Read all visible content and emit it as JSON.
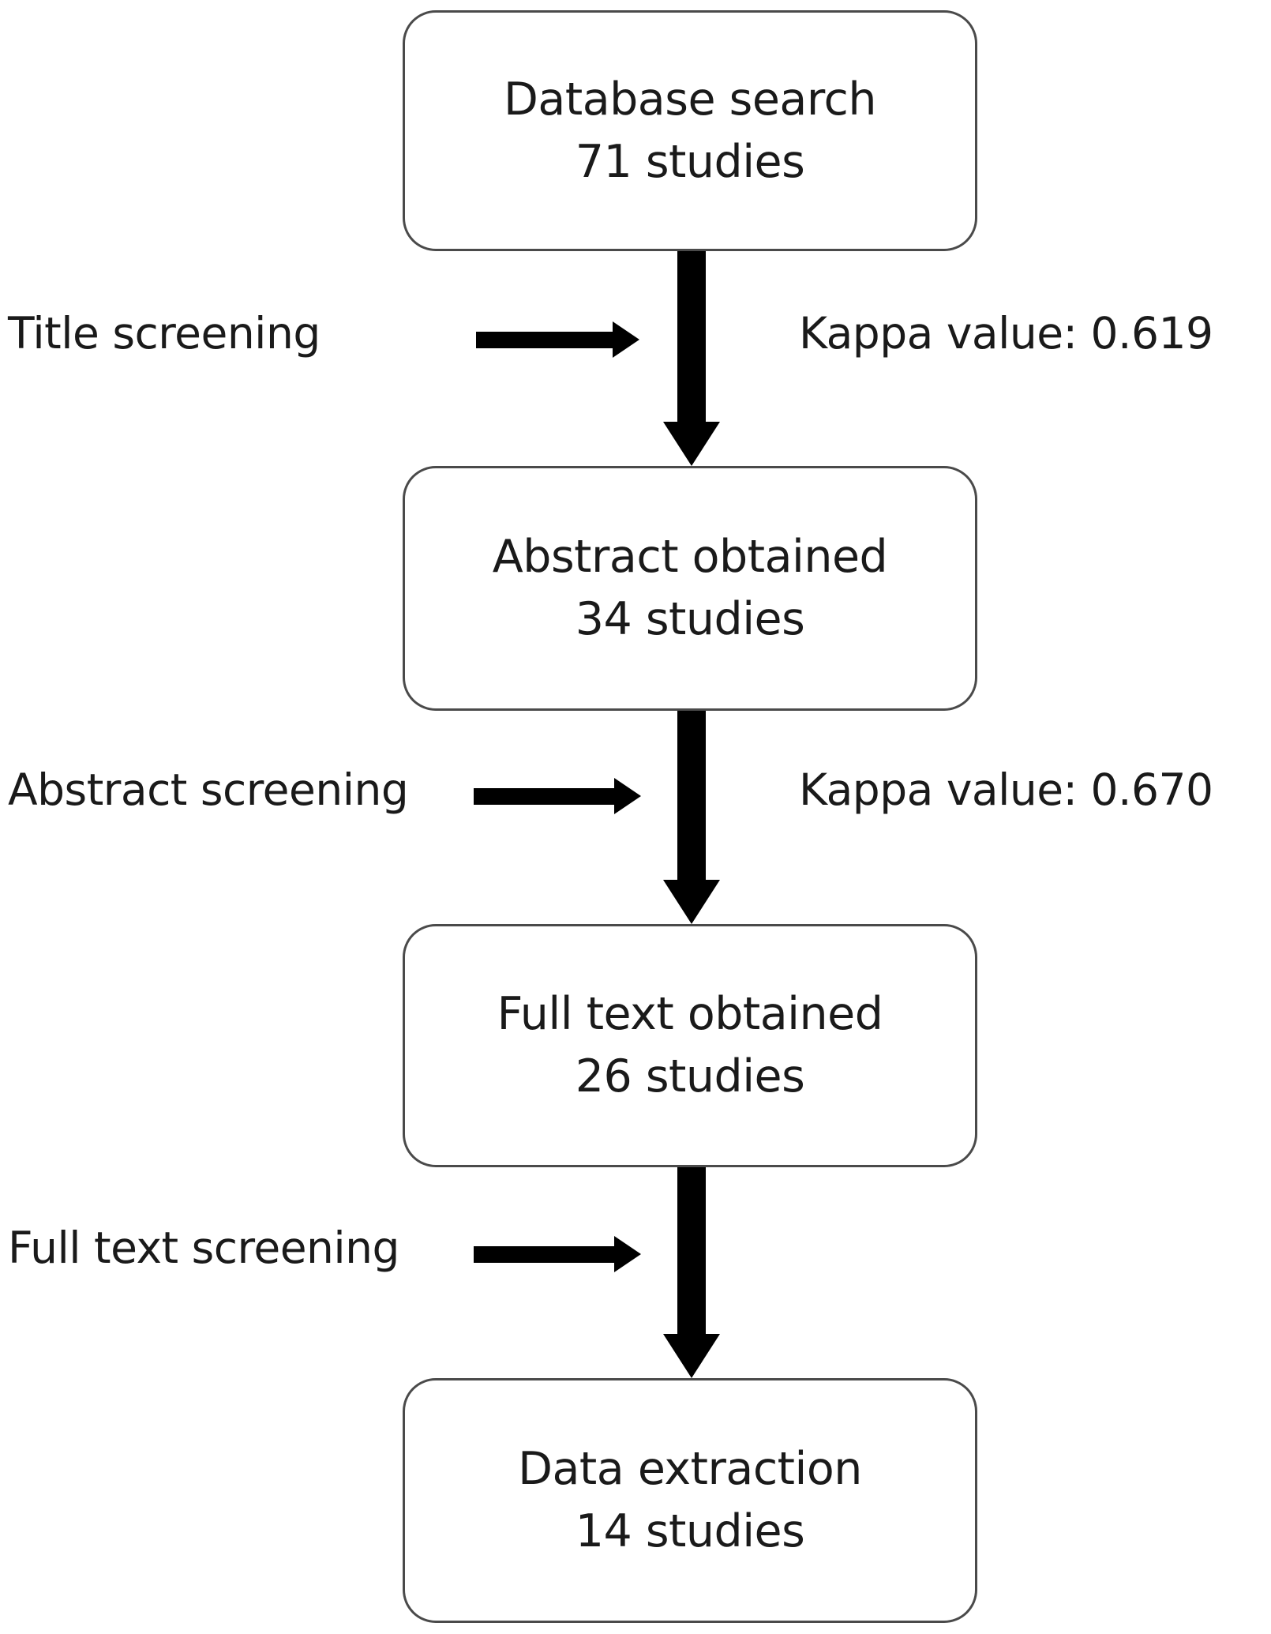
{
  "diagram": {
    "type": "prisma-study-selection-flowchart",
    "orientation": "vertical",
    "colors": {
      "box_border": "#4a4a4a",
      "box_fill": "#ffffff",
      "arrow": "#000000",
      "text": "#1a1a1a",
      "background": "#ffffff"
    },
    "boxes": [
      {
        "id": "database-search",
        "title": "Database search",
        "count": "71 studies"
      },
      {
        "id": "abstract-obtained",
        "title": "Abstract obtained",
        "count": "34 studies"
      },
      {
        "id": "full-text-obtained",
        "title": "Full text obtained",
        "count": "26 studies"
      },
      {
        "id": "data-extraction",
        "title": "Data extraction",
        "count": "14 studies"
      }
    ],
    "stages": [
      {
        "id": "title-screening",
        "label": "Title screening"
      },
      {
        "id": "abstract-screening",
        "label": "Abstract screening"
      },
      {
        "id": "full-text-screening",
        "label": "Full text screening"
      }
    ],
    "annotations": [
      {
        "id": "kappa-1",
        "label": "Kappa value: 0.619",
        "value": 0.619
      },
      {
        "id": "kappa-2",
        "label": "Kappa value: 0.670",
        "value": 0.67
      }
    ]
  }
}
